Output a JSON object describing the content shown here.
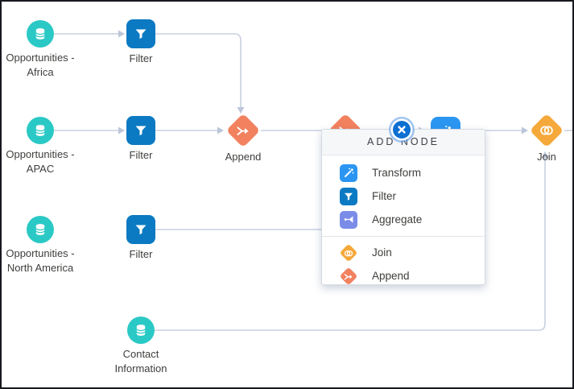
{
  "nodes": {
    "opp_africa": {
      "line1": "Opportunities -",
      "line2": "Africa",
      "type": "dataset",
      "icon": "database-icon"
    },
    "filter_africa": {
      "label": "Filter",
      "type": "filter",
      "icon": "filter-icon"
    },
    "opp_apac": {
      "line1": "Opportunities -",
      "line2": "APAC",
      "type": "dataset",
      "icon": "database-icon"
    },
    "filter_apac": {
      "label": "Filter",
      "type": "filter",
      "icon": "filter-icon"
    },
    "append": {
      "label": "Append",
      "type": "append",
      "icon": "append-icon"
    },
    "hidden_append": {
      "type": "append",
      "icon": "append-icon"
    },
    "hidden_transform": {
      "type": "transform",
      "icon": "transform-icon"
    },
    "join": {
      "label": "Join",
      "type": "join",
      "icon": "join-icon"
    },
    "opp_na": {
      "line1": "Opportunities -",
      "line2": "North America",
      "type": "dataset",
      "icon": "database-icon"
    },
    "filter_na": {
      "label": "Filter",
      "type": "filter",
      "icon": "filter-icon"
    },
    "contact": {
      "line1": "Contact",
      "line2": "Information",
      "type": "dataset",
      "icon": "database-icon"
    }
  },
  "popup": {
    "title": "ADD NODE",
    "close_icon": "close-icon",
    "items": [
      {
        "label": "Transform",
        "icon": "transform-icon",
        "color": "#2b96f2",
        "shape": "square"
      },
      {
        "label": "Filter",
        "icon": "filter-icon",
        "color": "#0b7ac2",
        "shape": "square"
      },
      {
        "label": "Aggregate",
        "icon": "aggregate-icon",
        "color": "#7a8ce8",
        "shape": "square"
      },
      {
        "label": "Join",
        "icon": "join-icon",
        "color": "#f5a93b",
        "shape": "diamond"
      },
      {
        "label": "Append",
        "icon": "append-icon",
        "color": "#f2815f",
        "shape": "diamond"
      }
    ]
  },
  "colors": {
    "dataset_teal": "#2bc9c5",
    "filter_blue": "#0b7ac2",
    "transform_blue": "#2b96f2",
    "aggregate_indigo": "#7a8ce8",
    "join_yellow": "#f5a93b",
    "append_orange": "#f2815f",
    "connector_gray": "#c8d0df",
    "close_blue": "#0d6fd2",
    "label_text": "#3e3e3c"
  }
}
